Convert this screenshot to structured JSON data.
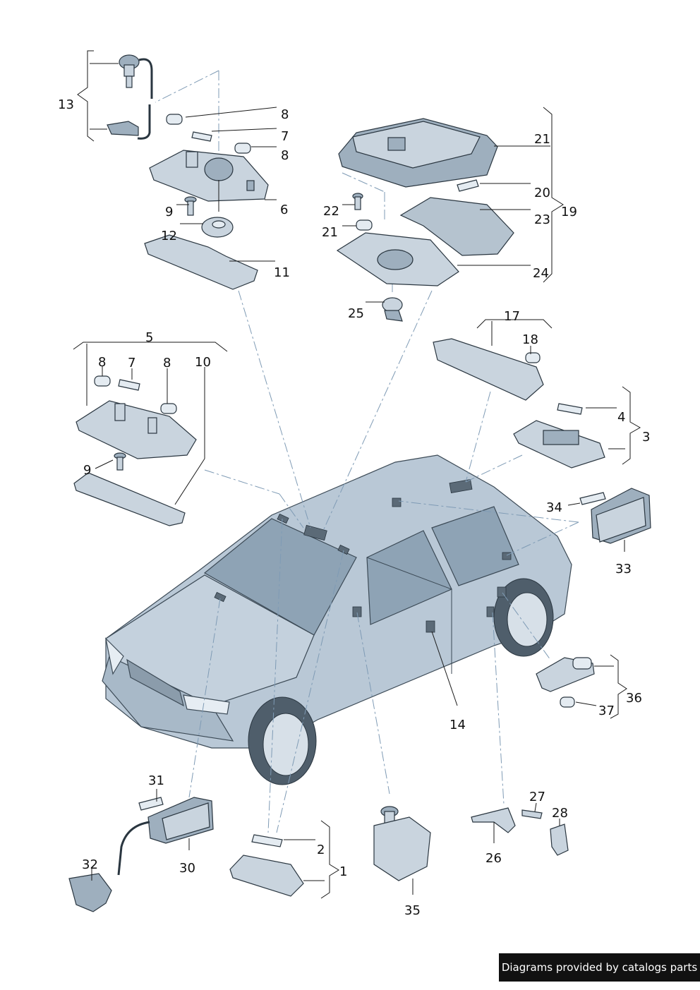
{
  "callouts": {
    "c1": "1",
    "c2": "2",
    "c3": "3",
    "c4": "4",
    "c5": "5",
    "c6": "6",
    "c7a": "7",
    "c7b": "7",
    "c8a": "8",
    "c8b": "8",
    "c8c": "8",
    "c8d": "8",
    "c9a": "9",
    "c9b": "9",
    "c10": "10",
    "c11": "11",
    "c12": "12",
    "c13": "13",
    "c14": "14",
    "c17": "17",
    "c18": "18",
    "c19": "19",
    "c20": "20",
    "c21a": "21",
    "c21b": "21",
    "c22": "22",
    "c23": "23",
    "c24": "24",
    "c25": "25",
    "c26": "26",
    "c27": "27",
    "c28": "28",
    "c30": "30",
    "c31": "31",
    "c32": "32",
    "c33": "33",
    "c34": "34",
    "c35": "35",
    "c36": "36",
    "c37": "37"
  },
  "footer": {
    "credit": "Diagrams provided by catalogs parts"
  },
  "colors": {
    "part_fill": "#c9d4de",
    "part_dark": "#9eafbe",
    "outline": "#2a3640",
    "dash_line": "#7f9bb5"
  }
}
